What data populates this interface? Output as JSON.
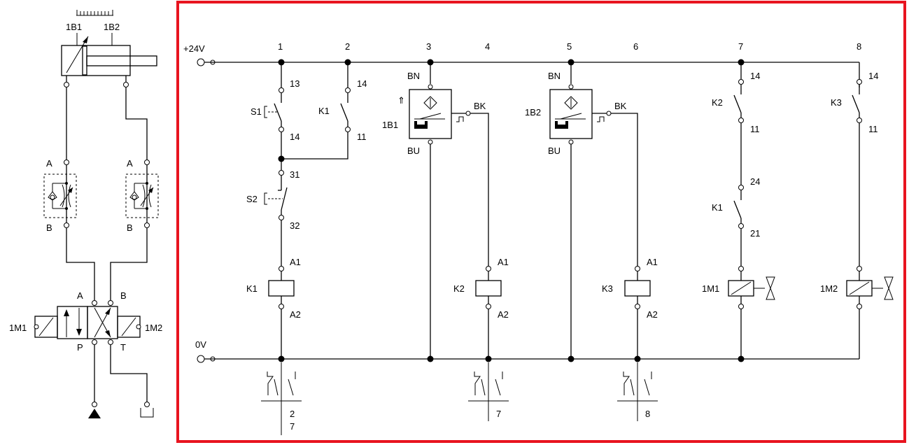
{
  "colors": {
    "frame": "#e8141f",
    "line": "#000000",
    "background": "#ffffff"
  },
  "pneumatic": {
    "sensor_left": "1B1",
    "sensor_right": "1B2",
    "valve_left_port_top": "A",
    "valve_left_port_bottom": "B",
    "valve_right_port_top": "A",
    "valve_right_port_bottom": "B",
    "main_valve": {
      "port_a": "A",
      "port_b": "B",
      "port_p": "P",
      "port_t": "T",
      "solenoid_left": "1M1",
      "solenoid_right": "1M2"
    }
  },
  "electrical": {
    "supply_top": "+24V",
    "supply_bottom": "0V",
    "rungs": [
      "1",
      "2",
      "3",
      "4",
      "5",
      "6",
      "7",
      "8"
    ],
    "s1": {
      "name": "S1",
      "t1": "13",
      "t2": "14"
    },
    "s2": {
      "name": "S2",
      "t1": "31",
      "t2": "32"
    },
    "k1_hold": {
      "name": "K1",
      "t1": "14",
      "t2": "11"
    },
    "k1_coil": {
      "name": "K1",
      "a1": "A1",
      "a2": "A2"
    },
    "b1": {
      "name": "1B1",
      "bn": "BN",
      "bk": "BK",
      "bu": "BU"
    },
    "k2_coil": {
      "name": "K2",
      "a1": "A1",
      "a2": "A2"
    },
    "b2": {
      "name": "1B2",
      "bn": "BN",
      "bk": "BK",
      "bu": "BU"
    },
    "k3_coil": {
      "name": "K3",
      "a1": "A1",
      "a2": "A2"
    },
    "k2_contact": {
      "name": "K2",
      "t1": "14",
      "t2": "11"
    },
    "k1_nc": {
      "name": "K1",
      "t1": "24",
      "t2": "21"
    },
    "m1": {
      "name": "1M1"
    },
    "k3_contact": {
      "name": "K3",
      "t1": "14",
      "t2": "11"
    },
    "m2": {
      "name": "1M2"
    },
    "contact_table_1": {
      "line1": "2",
      "line2": "7"
    },
    "contact_table_2": {
      "line1": "7"
    },
    "contact_table_3": {
      "line1": "8"
    }
  }
}
